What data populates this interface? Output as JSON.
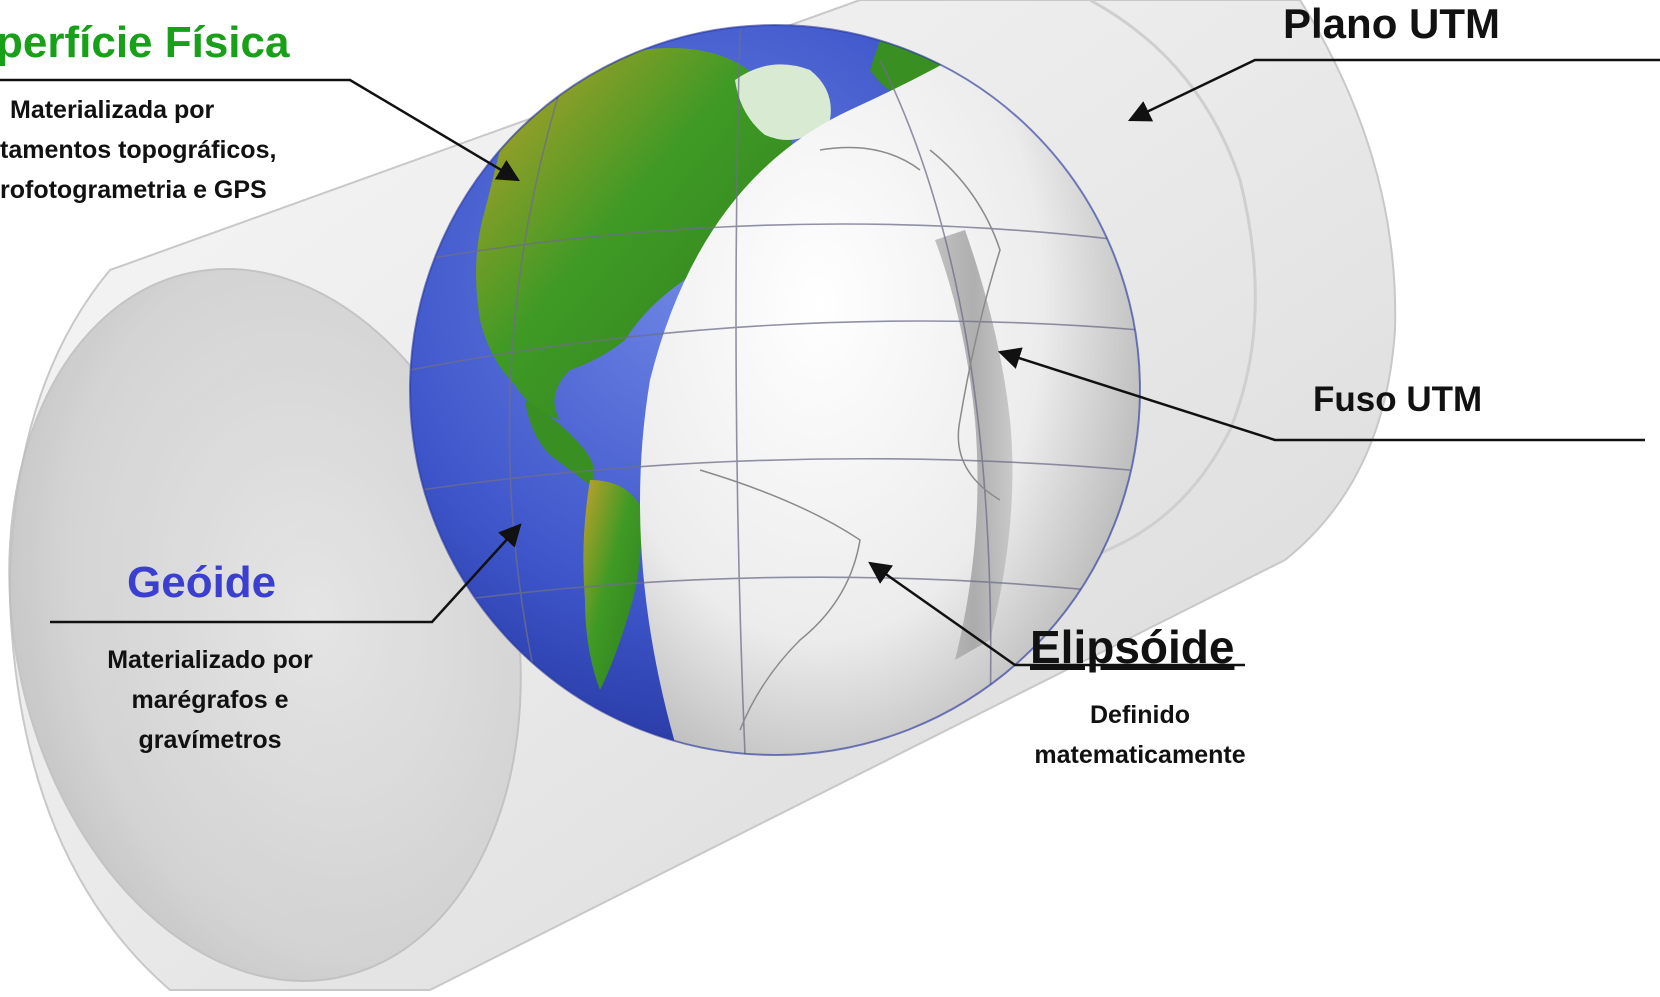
{
  "labels": {
    "superficie_fisica": {
      "title": "perfície Física",
      "lines": [
        "Materializada por",
        "tamentos  topográficos,",
        "rofotogrametria e GPS"
      ]
    },
    "plano_utm": {
      "title": "Plano UTM"
    },
    "fuso_utm": {
      "title": "Fuso UTM"
    },
    "geoide": {
      "title": "Geóide",
      "lines": [
        "Materializado por",
        "marégrafos e",
        "gravímetros"
      ]
    },
    "elipsoide": {
      "title": "Elipsóide",
      "lines": [
        "Definido",
        "matematicamente"
      ]
    }
  },
  "colors": {
    "superficie_title": "#17a018",
    "geoide_title": "#3b3fd0",
    "ocean": "#3d55c9",
    "land": "#2f8f1f",
    "cylinder": "#e6e6e6",
    "ellipsoid": "#f2f2f2"
  },
  "icons": [
    "globe-illustration",
    "cylinder-illustration",
    "pointer-arrow"
  ]
}
